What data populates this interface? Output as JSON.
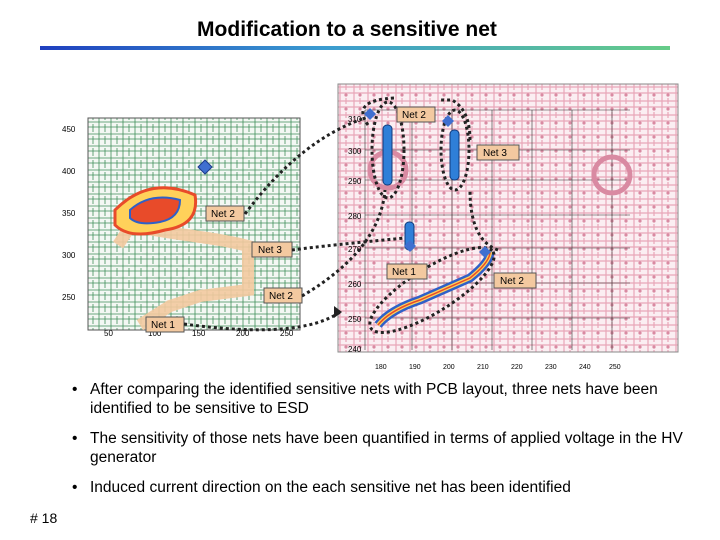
{
  "title": "Modification to a sensitive net",
  "left_panel": {
    "y_ticks": [
      "450",
      "400",
      "350",
      "300",
      "250"
    ],
    "x_ticks": [
      "50",
      "100",
      "150",
      "200",
      "250"
    ]
  },
  "right_panel": {
    "y_ticks": [
      "310",
      "300",
      "290",
      "280",
      "270",
      "260",
      "250",
      "240"
    ],
    "x_ticks": [
      "180",
      "190",
      "200",
      "210",
      "220",
      "230",
      "240",
      "250"
    ]
  },
  "labels": {
    "left_net2_top": "Net 2",
    "left_net3": "Net 3",
    "left_net2_bottom": "Net 2",
    "left_net1": "Net 1",
    "right_net2_top": "Net 2",
    "right_net3": "Net 3",
    "right_net1": "Net 1",
    "right_net2_side": "Net 2"
  },
  "bullets": [
    "After comparing the identified sensitive nets with PCB layout, three nets have been identified to be sensitive to ESD",
    "The sensitivity of those nets have been quantified in terms of applied voltage in the HV generator",
    "Induced current direction on the each sensitive net has been identified"
  ],
  "slide_number": "# 18",
  "colors": {
    "trace_pink": "#e8a6b8",
    "trace_green": "#3f8f5a",
    "highlight_orange": "#f3c9a0",
    "title_rule": "#2f6fd0"
  }
}
